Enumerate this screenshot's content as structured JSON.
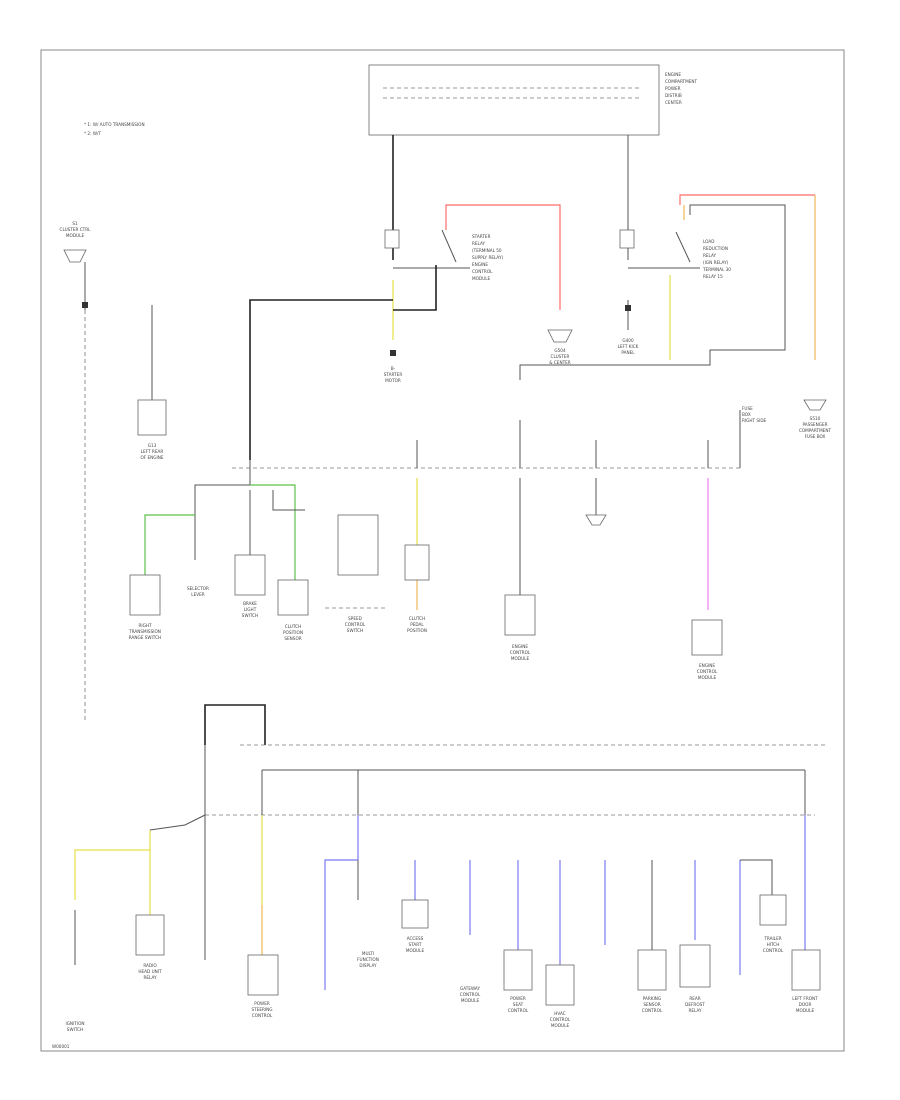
{
  "diagram": {
    "footer_code": "W00001",
    "legend": [
      "* 1: W/ AUTO TRANSMISSION",
      "* 2: W/T"
    ],
    "colors": {
      "red": "#ff6b6b",
      "orange": "#f0b45a",
      "yellow": "#e6e04a",
      "green": "#5cc24a",
      "pink": "#f07cf0",
      "blue": "#7a7af0",
      "wire": "#555555",
      "thick": "#222222"
    },
    "top_module": [
      "ENGINE",
      "COMPARTMENT",
      "POWER",
      "DISTRIB",
      "CENTER"
    ],
    "left_top_component": [
      "S1",
      "CLUSTER CTRL",
      "MODULE"
    ],
    "relays": {
      "left": [
        "STARTER",
        "RELAY",
        "(TERMINAL 50",
        "SUPPLY RELAY)",
        "ENGINE",
        "CONTROL",
        "MODULE"
      ],
      "right": [
        "LOAD",
        "REDUCTION",
        "RELAY",
        "(IGN RELAY)",
        "TERMINAL 30",
        "RELAY 15"
      ]
    },
    "mid_labels": {
      "left_ground": [
        "G13",
        "LEFT REAR",
        "OF ENGINE"
      ],
      "mid_ground": [
        "G504",
        "CLUSTER",
        "& CENTER"
      ],
      "right_ground": [
        "G400",
        "LEFT KICK",
        "PANEL"
      ],
      "starter": [
        "B-",
        "STARTER",
        "MOTOR"
      ],
      "far_right": [
        "S510",
        "PASSENGER",
        "COMPARTMENT",
        "FUSE BOX"
      ],
      "fuse_box": [
        "FUSE",
        "BOX",
        "RIGHT SIDE"
      ]
    },
    "row2_labels": [
      [
        "RIGHT",
        "TRANSMISSION",
        "RANGE SWITCH"
      ],
      [
        "SELECTOR",
        "LEVER"
      ],
      [
        "BRAKE",
        "LIGHT",
        "SWITCH"
      ],
      [
        "CLUTCH",
        "POSITION",
        "SENSOR"
      ],
      [
        "SPEED",
        "CONTROL",
        "SWITCH"
      ],
      [
        "CLUTCH",
        "PEDAL",
        "POSITION"
      ],
      [
        "ENGINE",
        "CONTROL",
        "MODULE"
      ],
      [
        "ENGINE",
        "CONTROL",
        "MODULE"
      ]
    ],
    "bottom_labels": [
      [
        "RADIO",
        "HEAD UNIT",
        "RELAY"
      ],
      [
        "IGNITION",
        "SWITCH"
      ],
      [
        "POWER",
        "STEERING",
        "CONTROL"
      ],
      [
        "MULTI",
        "FUNCTION",
        "DISPLAY"
      ],
      [
        "ACCESS",
        "START",
        "MODULE"
      ],
      [
        "GATEWAY",
        "CONTROL",
        "MODULE"
      ],
      [
        "POWER",
        "SEAT",
        "CONTROL"
      ],
      [
        "HVAC",
        "CONTROL",
        "MODULE"
      ],
      [
        "PARKING",
        "SENSOR",
        "CONTROL"
      ],
      [
        "REAR",
        "DEFROST",
        "RELAY"
      ],
      [
        "TRAILER",
        "HITCH",
        "CONTROL"
      ],
      [
        "LEFT FRONT",
        "DOOR",
        "MODULE"
      ]
    ]
  }
}
